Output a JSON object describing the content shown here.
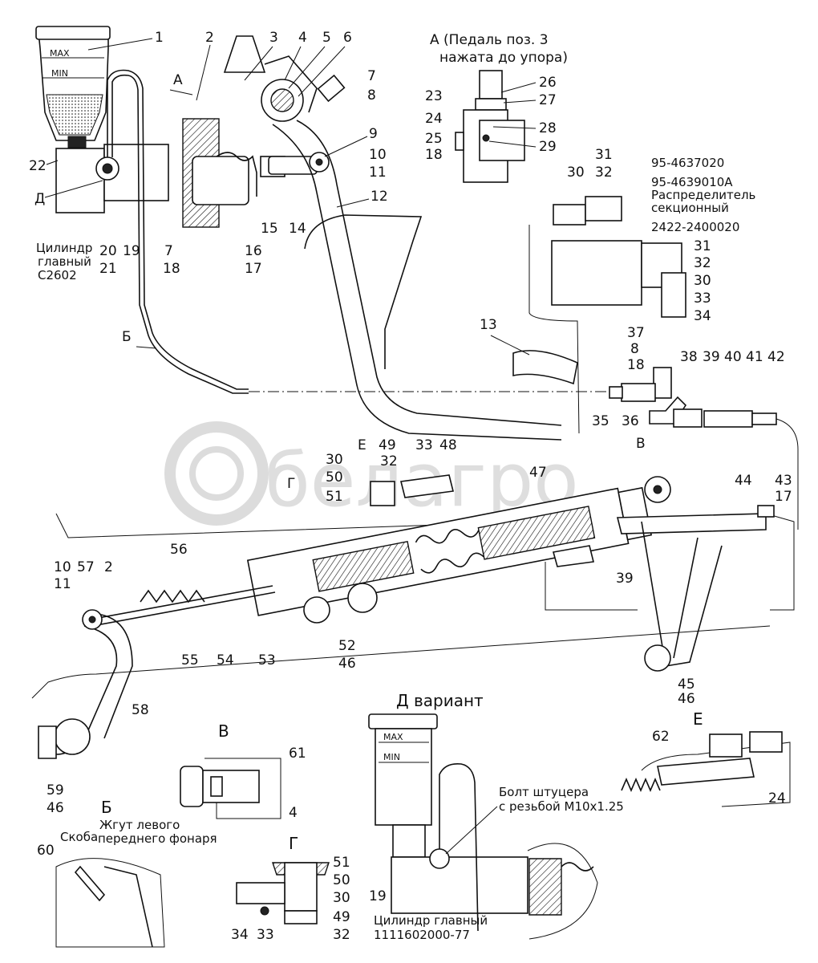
{
  "views": {
    "a": "А",
    "a_title": "А (Педаль поз. 3",
    "a_title2": "нажата до упора)",
    "b": "Б",
    "b_title": "Б",
    "v": "В",
    "v_title": "В",
    "g": "Г",
    "g_title": "Г",
    "d": "Д",
    "d_title": "Д вариант",
    "e": "Е",
    "e_title": "Е"
  },
  "reservoir": {
    "max": "MAX",
    "min": "MIN"
  },
  "captions": {
    "cyl1_l1": "Цилиндр",
    "cyl1_l2": "главный",
    "cyl1_l3": "С2602",
    "dist_code1": "95-4637020",
    "dist_code2": "95-4639010А",
    "dist_l1": "Распределитель",
    "dist_l2": "секционный",
    "code3": "2422-2400020",
    "bolt_l1": "Болт штуцера",
    "bolt_l2": "с резьбой М10х1.25",
    "cyl2_l1": "Цилиндр главный",
    "cyl2_l2": "1111602000-77",
    "harness_l1": "Жгут левого",
    "harness_l2": "переднего фонаря",
    "bracket": "Скоба"
  },
  "labels": {
    "p1": "1",
    "p2": "2",
    "p3": "3",
    "p4": "4",
    "p5": "5",
    "p6": "6",
    "p7": "7",
    "p8": "8",
    "p9": "9",
    "p10": "10",
    "p11": "11",
    "p12": "12",
    "p13": "13",
    "p14": "14",
    "p15": "15",
    "p16": "16",
    "p17": "17",
    "p18": "18",
    "p19": "19",
    "p20": "20",
    "p21": "21",
    "p22": "22",
    "p7b": "7",
    "p18b": "18",
    "a23": "23",
    "a24": "24",
    "a25": "25",
    "a18": "18",
    "a26": "26",
    "a27": "27",
    "a28": "28",
    "a29": "29",
    "d30": "30",
    "d31": "31",
    "d32": "32",
    "d31b": "31",
    "d32b": "32",
    "d30b": "30",
    "d33": "33",
    "d34": "34",
    "h37": "37",
    "h8": "8",
    "h18": "18",
    "h38": "38",
    "h39": "39",
    "h40": "40",
    "h41": "41",
    "h42": "42",
    "h35": "35",
    "h36": "36",
    "m49": "49",
    "m32": "32",
    "m33": "33",
    "m48": "48",
    "m30": "30",
    "m50": "50",
    "m51": "51",
    "m47": "47",
    "m44": "44",
    "m43": "43",
    "m17": "17",
    "m39": "39",
    "m56": "56",
    "m10": "10",
    "m11": "11",
    "m57": "57",
    "m2": "2",
    "m55": "55",
    "m54": "54",
    "m53": "53",
    "m52": "52",
    "m46": "46",
    "m45": "45",
    "m46b": "46",
    "m58": "58",
    "m59": "59",
    "m46c": "46",
    "v61": "61",
    "v4": "4",
    "g51": "51",
    "g50": "50",
    "g30": "30",
    "g49": "49",
    "g32": "32",
    "g34": "34",
    "g33": "33",
    "dv19": "19",
    "e62": "62",
    "e24": "24",
    "b60": "60"
  },
  "watermark": "белагро"
}
